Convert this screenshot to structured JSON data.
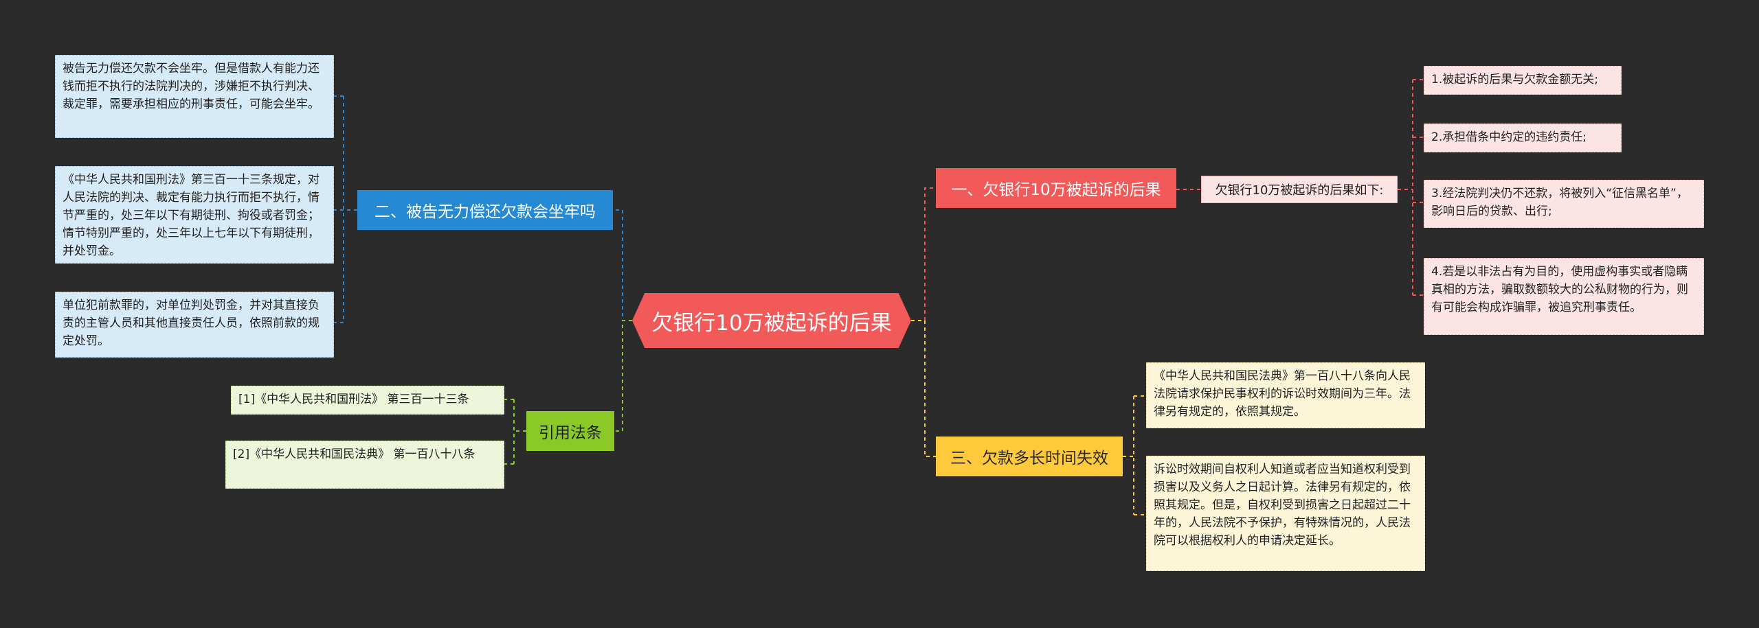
{
  "root": {
    "label": "欠银行10万被起诉的后果"
  },
  "branches": {
    "blue": {
      "label": "二、被告无力偿还欠款会坐牢吗",
      "leaves": [
        "被告无力偿还欠款不会坐牢。但是借款人有能力还钱而拒不执行的法院判决的，涉嫌拒不执行判决、裁定罪，需要承担相应的刑事责任，可能会坐牢。",
        "《中华人民共和国刑法》第三百一十三条规定，对人民法院的判决、裁定有能力执行而拒不执行，情节严重的，处三年以下有期徒刑、拘役或者罚金；情节特别严重的，处三年以上七年以下有期徒刑，并处罚金。",
        "单位犯前款罪的，对单位判处罚金，并对其直接负责的主管人员和其他直接责任人员，依照前款的规定处罚。"
      ]
    },
    "green": {
      "label": "引用法条",
      "leaves": [
        "[1]《中华人民共和国刑法》 第三百一十三条",
        "[2]《中华人民共和国民法典》 第一百八十八条"
      ]
    },
    "red": {
      "label": "一、欠银行10万被起诉的后果",
      "sub": "欠银行10万被起诉的后果如下:",
      "leaves": [
        "1.被起诉的后果与欠款金额无关;",
        "2.承担借条中约定的违约责任;",
        "3.经法院判决仍不还款，将被列入“征信黑名单”，影响日后的贷款、出行;",
        "4.若是以非法占有为目的，使用虚构事实或者隐瞒真相的方法，骗取数额较大的公私财物的行为，则有可能会构成诈骗罪，被追究刑事责任。"
      ]
    },
    "yellow": {
      "label": "三、欠款多长时间失效",
      "leaves": [
        "《中华人民共和国民法典》第一百八十八条向人民法院请求保护民事权利的诉讼时效期间为三年。法律另有规定的，依照其规定。",
        "诉讼时效期间自权利人知道或者应当知道权利受到损害以及义务人之日起计算。法律另有规定的，依照其规定。但是，自权利受到损害之日起超过二十年的，人民法院不予保护，有特殊情况的，人民法院可以根据权利人的申请决定延长。"
      ]
    }
  },
  "colors": {
    "background": "#2b2b2b",
    "root": "#f25a5a",
    "blue": "#2589d4",
    "green": "#8ac926",
    "red": "#f25a5a",
    "yellow": "#ffc93c"
  }
}
